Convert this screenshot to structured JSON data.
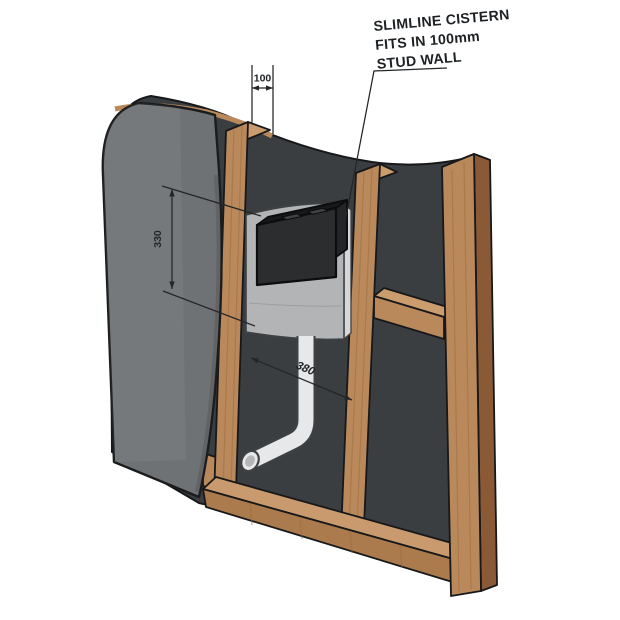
{
  "diagram": {
    "title": "slimline-cistern-stud-wall-installation",
    "annotation": {
      "lines": [
        "SLIMLINE CISTERN",
        "FITS IN 100mm",
        "STUD WALL"
      ]
    },
    "dimensions": {
      "stud_depth": "100",
      "cistern_height": "330",
      "cistern_width": "380"
    },
    "colors": {
      "background": "#ffffff",
      "back_panel": "#3b3e41",
      "plasterboard_front": "#6f7274",
      "wood_front": "#b9895c",
      "wood_side": "#8a5a36",
      "wood_top": "#cb9c6e",
      "plate_top": "#c99a6d",
      "plate_front": "#ab7b4e",
      "cistern_body": "#b2b4b6",
      "cistern_top": "#e8e9ea",
      "access_panel": "#2b2d2f",
      "pipe": "#e7e8e9",
      "line": "#232527"
    }
  }
}
